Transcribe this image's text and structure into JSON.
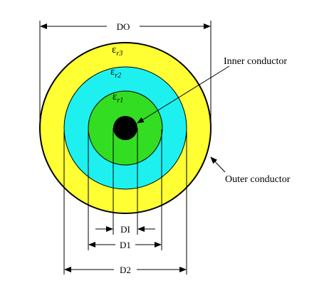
{
  "colors": {
    "outer_layer": "#ffff33",
    "middle_layer": "#1ef0f0",
    "inner_layer": "#33dd22",
    "core": "#000000",
    "background": "#ffffff"
  },
  "labels": {
    "do": "DO",
    "di": "DI",
    "d1": "D1",
    "d2": "D2",
    "inner_conductor": "Inner conductor",
    "outer_conductor": "Outer conductor",
    "eps_symbol": "ε",
    "eps_r3_sub": "r3",
    "eps_r2_sub": "r2",
    "eps_r1_sub": "r1"
  }
}
